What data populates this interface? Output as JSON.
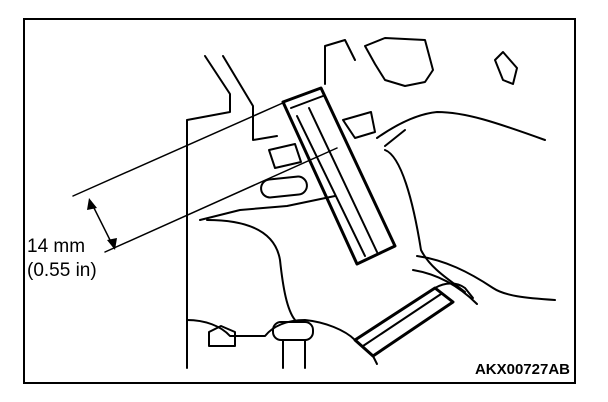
{
  "dimension": {
    "metric": "14 mm",
    "imperial": "(0.55 in)"
  },
  "figure_code": "AKX00727AB",
  "colors": {
    "ink": "#000000",
    "paper": "#ffffff"
  }
}
